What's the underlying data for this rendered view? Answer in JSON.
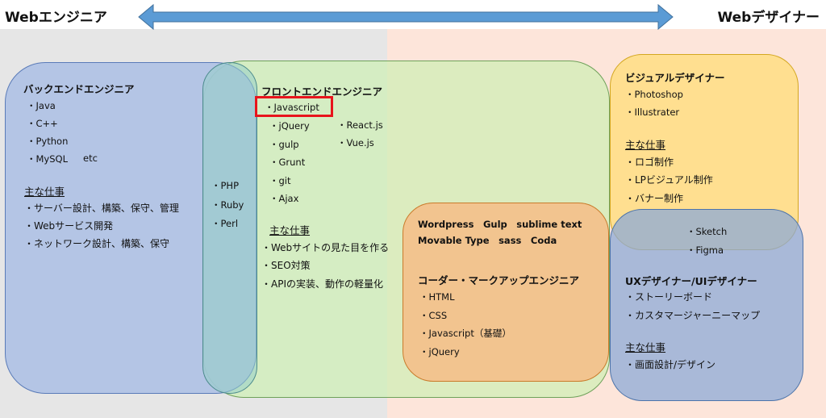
{
  "header": {
    "left_label": "Webエンジニア",
    "right_label": "Webデザイナー",
    "arrow_color": "#5b9bd5"
  },
  "backend": {
    "title": "バックエンドエンジニア",
    "items": [
      "・Java",
      "・C++",
      "・Python",
      "・MySQL"
    ],
    "etc": "etc",
    "work_title": "主な仕事",
    "work": [
      "・サーバー設計、構築、保守、管理",
      "・Webサービス開発",
      "・ネットワーク設計、構築、保守"
    ]
  },
  "shared_backend_front": {
    "items": [
      "・PHP",
      "・Ruby",
      "・Perl"
    ]
  },
  "frontend": {
    "title": "フロントエンドエンジニア",
    "highlight": "・Javascript",
    "items_col1": [
      "・jQuery",
      "・gulp",
      "・Grunt",
      "・git",
      "・Ajax"
    ],
    "items_col2": [
      "・React.js",
      "・Vue.js"
    ],
    "work_title": "主な仕事",
    "work": [
      "・Webサイトの見た目を作る",
      "・SEO対策",
      "・APIの実装、動作の軽量化"
    ]
  },
  "coder": {
    "tools_line1": "Wordpress　Gulp　sublime text",
    "tools_line2": "Movable Type　sass　Coda",
    "title": "コーダー・マークアップエンジニア",
    "items": [
      "・HTML",
      "・CSS",
      "・Javascript（基礎）",
      "・jQuery"
    ]
  },
  "visual": {
    "title": "ビジュアルデザイナー",
    "items": [
      "・Photoshop",
      "・Illustrater"
    ],
    "work_title": "主な仕事",
    "work": [
      "・ロゴ制作",
      "・LPビジュアル制作",
      "・バナー制作"
    ]
  },
  "shared_design": {
    "items": [
      "・Sketch",
      "・Figma"
    ]
  },
  "ux": {
    "title": "UXデザイナー/UIデザイナー",
    "items": [
      "・ストーリーボード",
      "・カスタマージャーニーマップ"
    ],
    "work_title": "主な仕事",
    "work": [
      "・画面設計/デザイン"
    ]
  }
}
